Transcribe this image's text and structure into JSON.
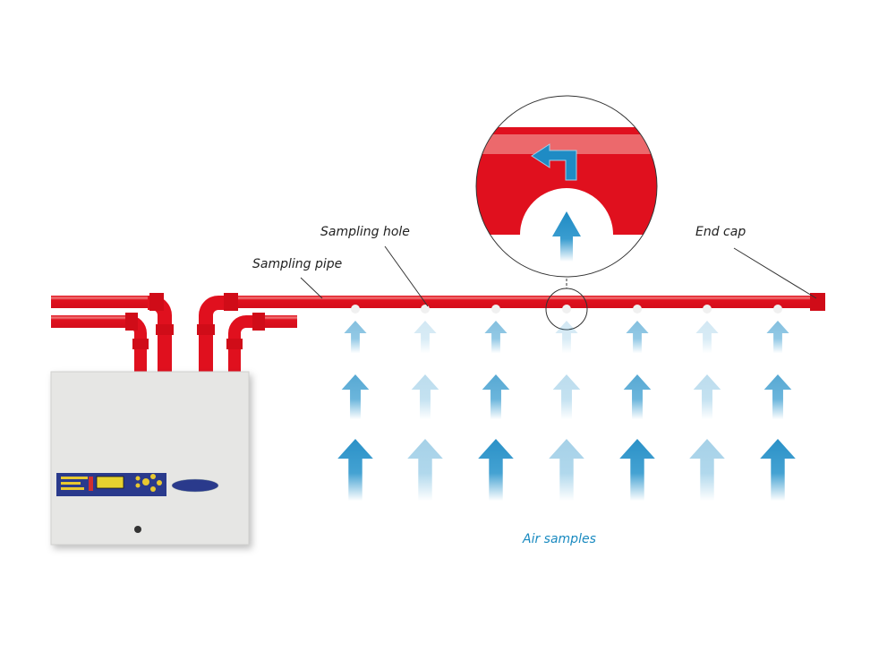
{
  "labels": {
    "sampling_pipe": "Sampling pipe",
    "sampling_hole": "Sampling hole",
    "end_cap": "End cap",
    "air_samples": "Air samples"
  },
  "colors": {
    "pipe": "#e0101e",
    "pipe_highlight": "#f08080",
    "arrow": "#1f8bc4",
    "air_label": "#1a8ac0",
    "detector_body": "#e6e6e4",
    "panel": "#2a3a8c"
  },
  "icons": [
    "air-flow-arrow-icon",
    "airflow-direction-arrow-icon",
    "magnifier-circle"
  ],
  "arrow_column_intensity": [
    "strong",
    "faded",
    "strong",
    "faded",
    "strong",
    "faded",
    "strong"
  ]
}
